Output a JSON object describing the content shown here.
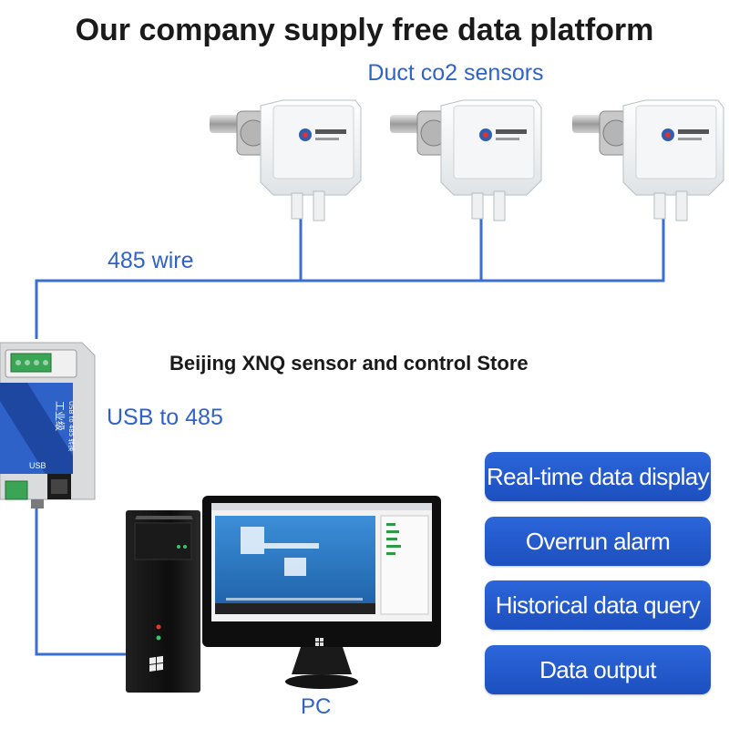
{
  "title": "Our company supply free data platform",
  "sensors_label": "Duct co2 sensors",
  "wire_label": "485 wire",
  "store_label": "Beijing XNQ sensor and control Store",
  "converter_label": "USB to 485",
  "pc_label": "PC",
  "features": [
    "Real-time data display",
    "Overrun alarm",
    "Historical data query",
    "Data output"
  ],
  "converter_text": {
    "usb": "USB",
    "chinese": "工业级",
    "side": "USB to 485 转换"
  },
  "colors": {
    "accent": "#2f63c8",
    "button": "#2258cc",
    "wire": "#3a6fd0"
  }
}
